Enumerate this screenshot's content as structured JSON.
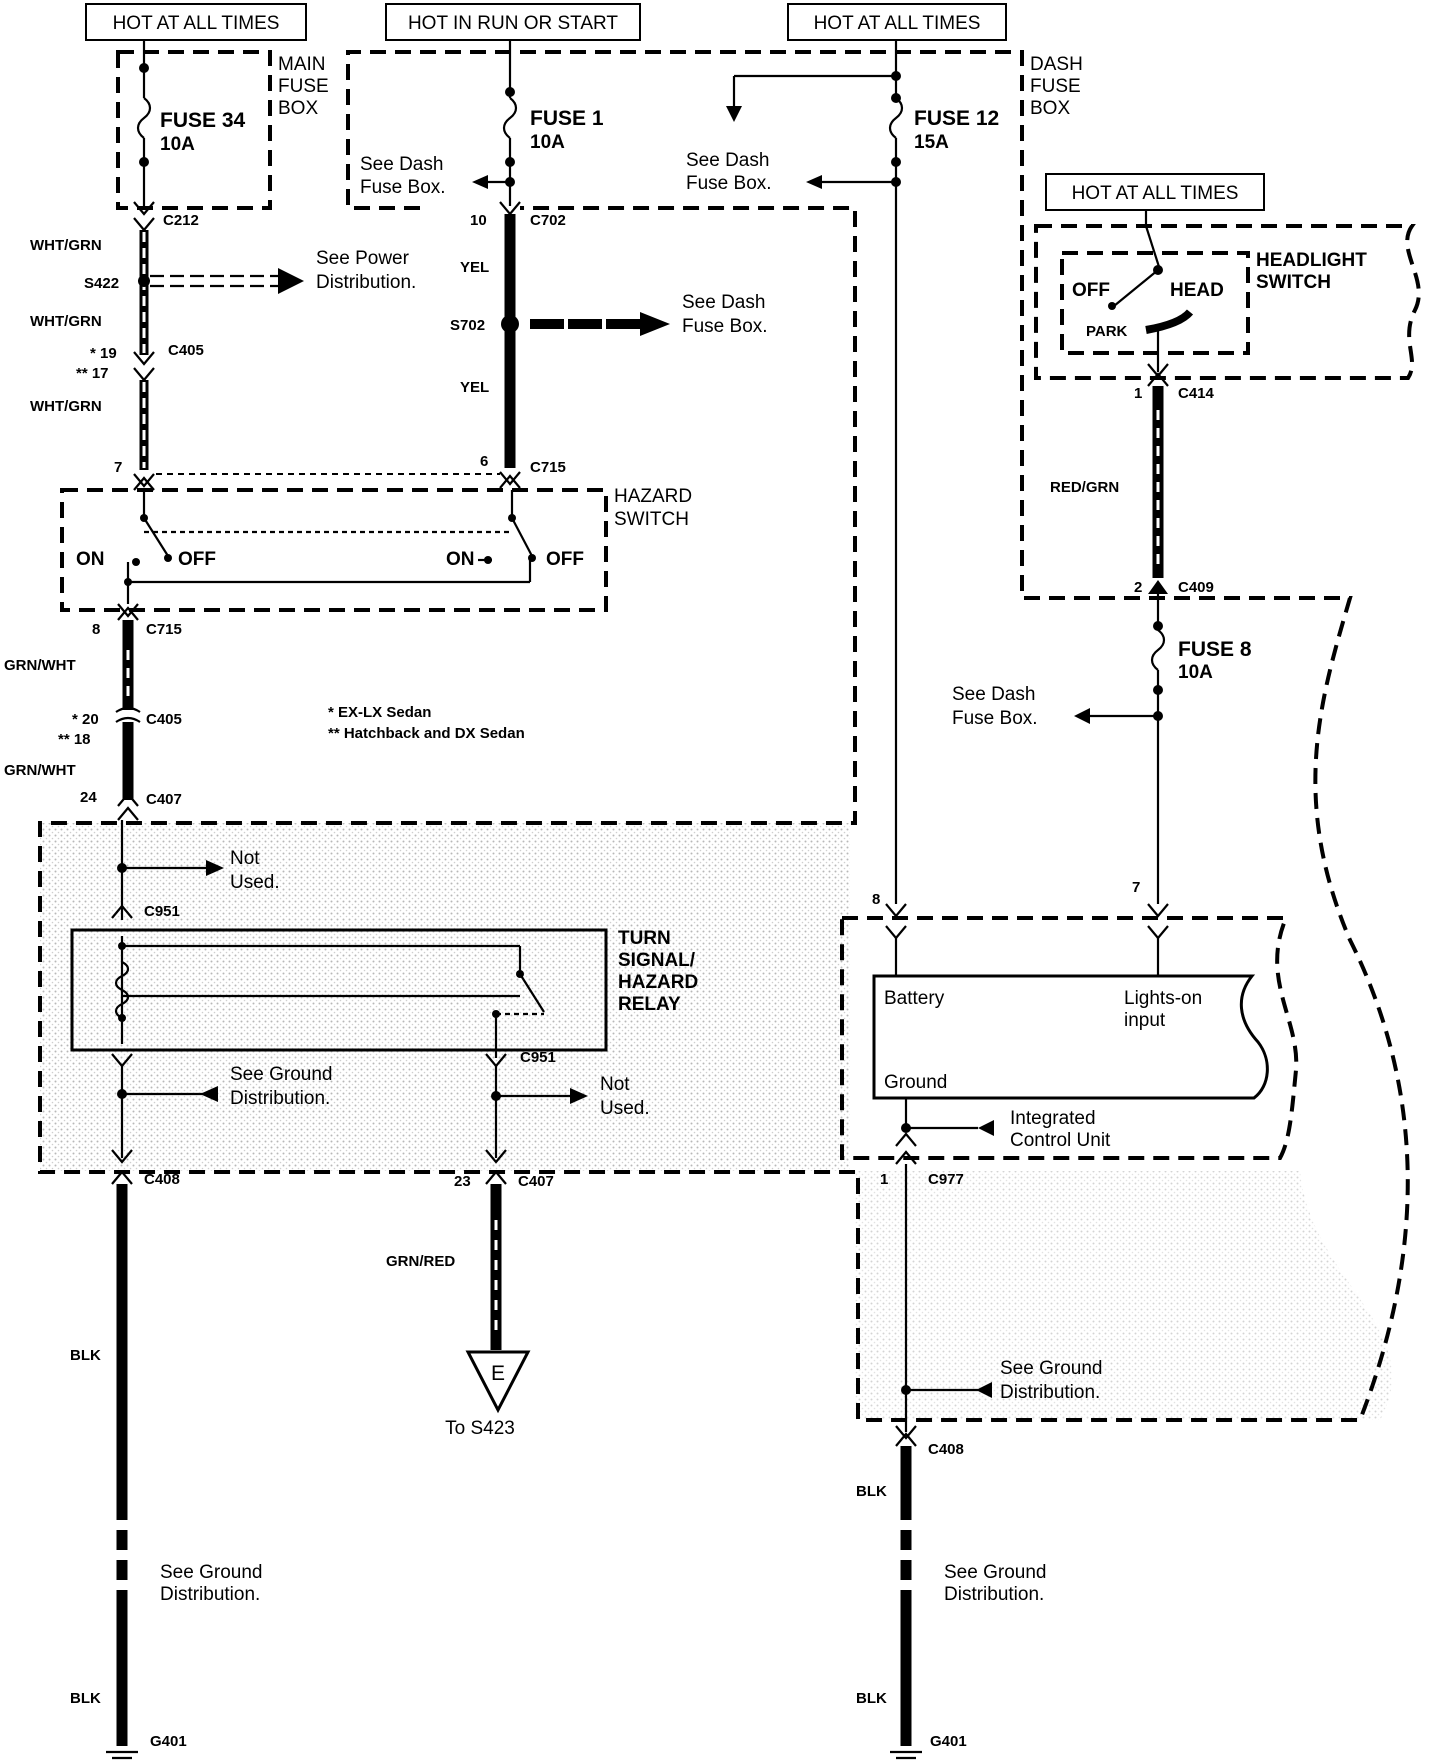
{
  "power_labels": {
    "left": "HOT AT ALL TIMES",
    "middle": "HOT IN RUN OR START",
    "right": "HOT AT ALL TIMES",
    "headlight": "HOT AT ALL TIMES"
  },
  "boxes": {
    "main_fuse_box": [
      "MAIN",
      "FUSE",
      "BOX"
    ],
    "dash_fuse_box": [
      "DASH",
      "FUSE",
      "BOX"
    ],
    "hazard_switch": [
      "HAZARD",
      "SWITCH"
    ],
    "headlight_switch": [
      "HEADLIGHT",
      "SWITCH"
    ],
    "turn_signal_relay": [
      "TURN",
      "SIGNAL/",
      "HAZARD",
      "RELAY"
    ],
    "icu": [
      "Integrated",
      "Control Unit"
    ]
  },
  "fuses": {
    "f34": {
      "name": "FUSE 34",
      "rating": "10A"
    },
    "f1": {
      "name": "FUSE 1",
      "rating": "10A"
    },
    "f12": {
      "name": "FUSE 12",
      "rating": "15A"
    },
    "f8": {
      "name": "FUSE 8",
      "rating": "10A"
    }
  },
  "connectors": {
    "c212": "C212",
    "c702": "C702",
    "c405a": "C405",
    "c715a": "C715",
    "c715b": "C715",
    "c405b": "C405",
    "c407a": "C407",
    "c951a": "C951",
    "c951b": "C951",
    "c408a": "C408",
    "c407b": "C407",
    "g401a": "G401",
    "c414": "C414",
    "c409": "C409",
    "c977": "C977",
    "c408b": "C408",
    "g401b": "G401",
    "s422": "S422",
    "s702": "S702"
  },
  "pins": {
    "p10": "10",
    "p19": "* 19",
    "p17": "** 17",
    "p7": "7",
    "p6": "6",
    "p8a": "8",
    "p20": "* 20",
    "p18": "** 18",
    "p24": "24",
    "p23": "23",
    "p1a": "1",
    "p2": "2",
    "p8b": "8",
    "p7b": "7",
    "p1b": "1"
  },
  "wires": {
    "wht_grn": "WHT/GRN",
    "yel": "YEL",
    "grn_wht": "GRN/WHT",
    "grn_red": "GRN/RED",
    "blk": "BLK",
    "red_grn": "RED/GRN"
  },
  "notes": {
    "see_dash_fuse_box": [
      "See Dash",
      "Fuse Box."
    ],
    "see_dash_fuse_box_b": [
      "See Dash",
      "Fuse Box."
    ],
    "see_power": [
      "See Power",
      "Distribution."
    ],
    "see_ground": [
      "See Ground",
      "Distribution."
    ],
    "not_used": [
      "Not",
      "Used."
    ],
    "exlx": "* EX-LX Sedan",
    "hatchback": "** Hatchback and DX Sedan",
    "to_s423": "To S423",
    "e_marker": "E"
  },
  "switch_states": {
    "on": "ON",
    "off": "OFF",
    "head": "HEAD",
    "park": "PARK"
  },
  "icu_pins": {
    "battery": "Battery",
    "lights_on": [
      "Lights-on",
      "input"
    ],
    "ground": "Ground"
  }
}
